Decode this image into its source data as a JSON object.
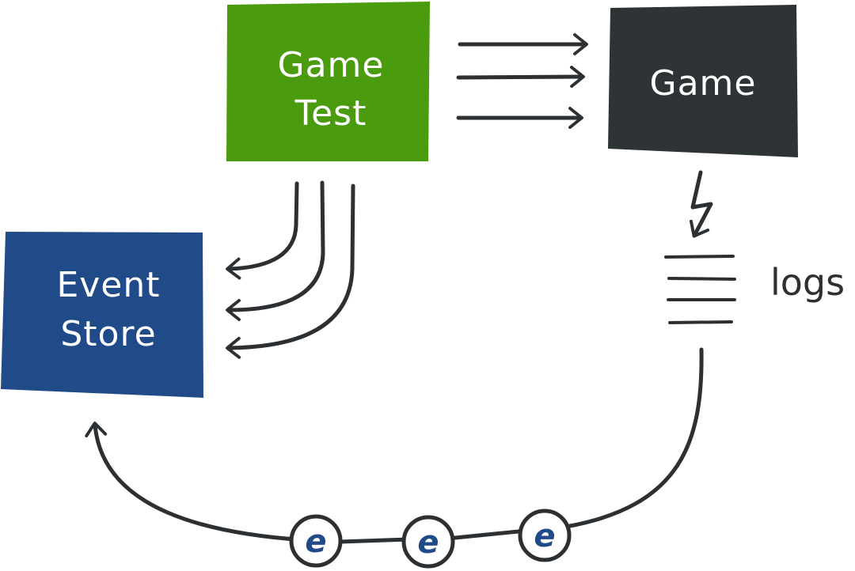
{
  "nodes": {
    "game_test": {
      "line1": "Game",
      "line2": "Test",
      "color": "#4a9b0e"
    },
    "game": {
      "label": "Game",
      "color": "#2e3336"
    },
    "event_store": {
      "line1": "Event",
      "line2": "Store",
      "color": "#214b88"
    },
    "logs": {
      "label": "logs"
    }
  },
  "events": [
    {
      "label": "e"
    },
    {
      "label": "e"
    },
    {
      "label": "e"
    }
  ],
  "colors": {
    "stroke": "#2d3033",
    "event_fill": "#ffffff",
    "event_text": "#214b88"
  }
}
